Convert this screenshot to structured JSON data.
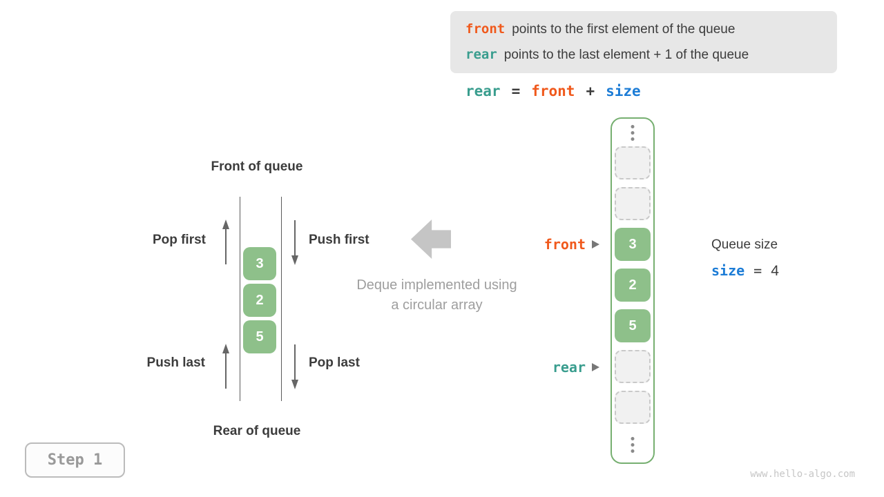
{
  "colors": {
    "accent_orange": "#f0591c",
    "accent_teal": "#399d8e",
    "accent_blue": "#1c7cd6",
    "cell_green": "#8ec08a",
    "array_border_green": "#76af70",
    "text_dark": "#3c3c3c",
    "caption_gray": "#9e9e9e",
    "block_arrow_gray": "#c5c5c5",
    "legend_bg": "#e7e7e7"
  },
  "legend": {
    "lines": [
      {
        "keyword": "front",
        "text": "points to the first element of the queue"
      },
      {
        "keyword": "rear",
        "text": "points to the last element + 1 of the queue"
      }
    ]
  },
  "formula": {
    "tokens": [
      {
        "text": "rear",
        "color": "teal"
      },
      {
        "text": "=",
        "color": "dark"
      },
      {
        "text": "front",
        "color": "orange"
      },
      {
        "text": "+",
        "color": "dark"
      },
      {
        "text": "size",
        "color": "blue"
      }
    ]
  },
  "deque": {
    "front_title": "Front of queue",
    "rear_title": "Rear of queue",
    "operations": {
      "pop_first": "Pop first",
      "push_first": "Push first",
      "push_last": "Push last",
      "pop_last": "Pop last"
    },
    "values": [
      "3",
      "2",
      "5"
    ]
  },
  "caption": {
    "line1": "Deque implemented using",
    "line2": "a circular array"
  },
  "array": {
    "cells": [
      {
        "value": "",
        "state": "empty"
      },
      {
        "value": "",
        "state": "empty"
      },
      {
        "value": "3",
        "state": "filled"
      },
      {
        "value": "2",
        "state": "filled"
      },
      {
        "value": "5",
        "state": "filled"
      },
      {
        "value": "",
        "state": "empty"
      },
      {
        "value": "",
        "state": "empty"
      }
    ],
    "front_pointer": "front",
    "rear_pointer": "rear"
  },
  "queue_size": {
    "title": "Queue size",
    "var": "size",
    "equals": "=",
    "value": "4"
  },
  "step": {
    "label": "Step 1"
  },
  "watermark": "www.hello-algo.com"
}
